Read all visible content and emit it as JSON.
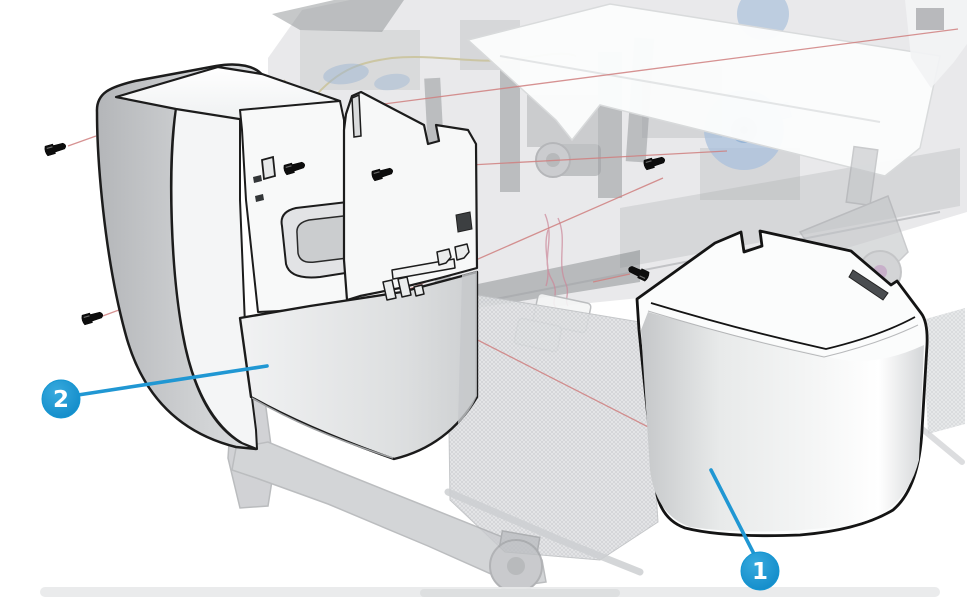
{
  "figure": {
    "kind": "exploded-parts-diagram",
    "subject": "printer-covers-removal-illustration",
    "background": "#ffffff"
  },
  "callouts": [
    {
      "number": "1",
      "name": "small-cover",
      "badge_color": "#1496d2",
      "text_color": "#ffffff"
    },
    {
      "number": "2",
      "name": "left-cover-assembly",
      "badge_color": "#1496d2",
      "text_color": "#ffffff"
    }
  ],
  "counts": {
    "screws": 6,
    "callouts": 2,
    "alignment_lines": 8
  },
  "colors": {
    "callout_blue": "#1496d2",
    "leader_blue": "#2097d3",
    "alignment_red": "#d08080",
    "outline_black": "#1b1b1b",
    "ghost_gray": "#c7c9cc",
    "mesh_gray": "#dfe1e3",
    "screw_black": "#0d0d0d",
    "spindle_disc_blue": "#a9c0dc",
    "tag_blue": "#bcd9ec",
    "cable_yellow": "#c9c299",
    "ink_tube_pink": "#cc8899"
  }
}
